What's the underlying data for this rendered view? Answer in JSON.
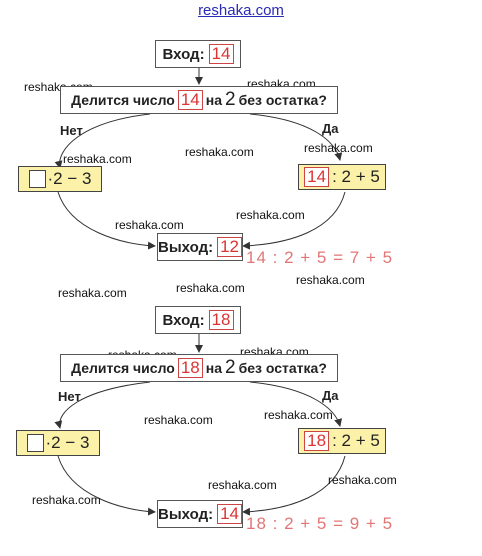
{
  "site_title": "reshaka.com",
  "watermark": "reshaka.com",
  "block1": {
    "input_label": "Вход:",
    "input_value": "14",
    "question_prefix": "Делится число",
    "question_value": "14",
    "question_mid": "на",
    "question_divisor": "2",
    "question_suffix": "без остатка?",
    "no_label": "Нет",
    "yes_label": "Да",
    "left_op": "·2 − 3",
    "right_value": "14",
    "right_op": ": 2 + 5",
    "output_label": "Выход:",
    "output_value": "12",
    "expression": "14 : 2 + 5 = 7 + 5"
  },
  "block2": {
    "input_label": "Вход:",
    "input_value": "18",
    "question_prefix": "Делится число",
    "question_value": "18",
    "question_mid": "на",
    "question_divisor": "2",
    "question_suffix": "без остатка?",
    "no_label": "Нет",
    "yes_label": "Да",
    "left_op": "·2 − 3",
    "right_value": "18",
    "right_op": ": 2 + 5",
    "output_label": "Выход:",
    "output_value": "14",
    "expression": "18 : 2 + 5 = 9 + 5"
  },
  "colors": {
    "watermark_blue": "#2a2ab8",
    "answer_red": "#e27676",
    "box_yellow": "#fbf1a8"
  }
}
